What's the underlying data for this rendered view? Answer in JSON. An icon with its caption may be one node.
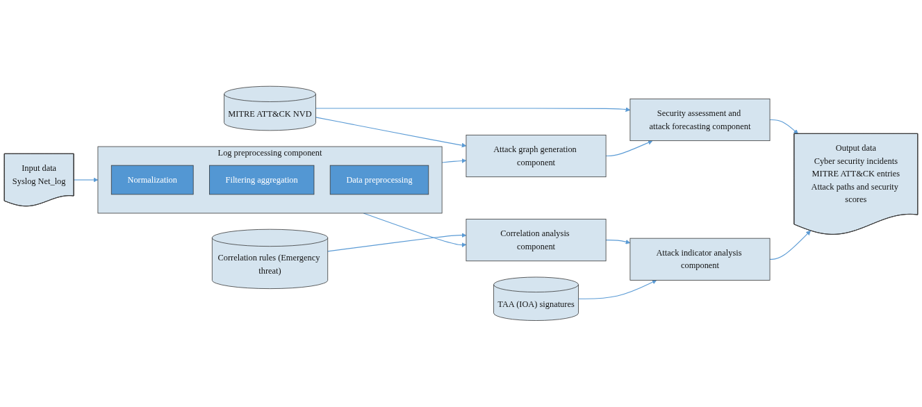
{
  "diagram": {
    "nodes": [
      {
        "text": [
          "Input data",
          "Syslog Net_log"
        ]
      },
      {
        "text": [
          "Log preprocessing component"
        ]
      },
      {
        "text": [
          "Normalization"
        ],
        "in": 1
      },
      {
        "text": [
          "Filtering aggregation"
        ],
        "in": 1
      },
      {
        "text": [
          "Data preprocessing"
        ],
        "in": 1
      },
      {
        "text": [
          "MITRE ATT&CK NVD"
        ]
      },
      {
        "text": [
          "Attack graph generation component"
        ]
      },
      {
        "text": [
          "Security assessment and attack forecasting component"
        ]
      },
      {
        "text": [
          "Correlation analysis component"
        ]
      },
      {
        "text": [
          "Attack indicator analysis component"
        ]
      },
      {
        "text": [
          "Correlation rules (Emergency threat)"
        ]
      },
      {
        "text": [
          "TAA (IOA) signatures"
        ]
      },
      {
        "text": [
          "Output data",
          "Cyber security incidents",
          "MITRE ATT&CK entries",
          "Attack paths and security scores"
        ]
      }
    ],
    "edges": [
      {
        "from": 0,
        "to": 1,
        "arrow": "to"
      },
      {
        "from": 1,
        "to": 6,
        "arrow": "to"
      },
      {
        "from": 1,
        "to": 8,
        "arrow": "to"
      },
      {
        "from": 5,
        "to": 6,
        "arrow": "to"
      },
      {
        "from": 5,
        "to": 7,
        "arrow": "to"
      },
      {
        "from": 6,
        "to": 7,
        "arrow": "to"
      },
      {
        "from": 8,
        "to": 9,
        "arrow": "to"
      },
      {
        "from": 10,
        "to": 8,
        "arrow": "to"
      },
      {
        "from": 11,
        "to": 9,
        "arrow": "to"
      },
      {
        "from": 7,
        "to": 12,
        "arrow": "to"
      },
      {
        "from": 9,
        "to": 12,
        "arrow": "to"
      }
    ]
  }
}
